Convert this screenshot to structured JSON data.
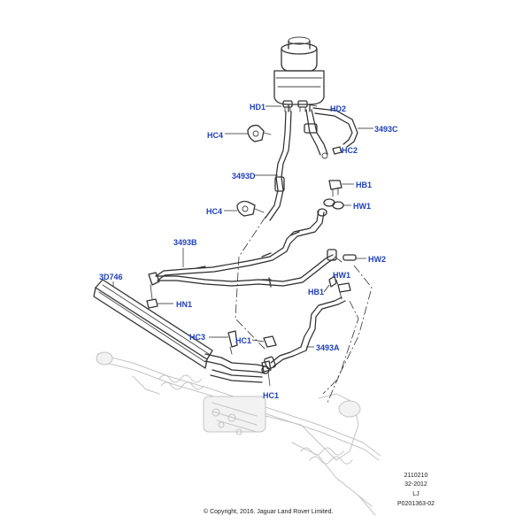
{
  "callouts": {
    "hd1": "HD1",
    "hd2": "HD2",
    "hc4_top": "HC4",
    "hc2": "HC2",
    "c3493c": "3493C",
    "hb1_top": "HB1",
    "c3493d": "3493D",
    "hw1_top": "HW1",
    "hc4_mid": "HC4",
    "c3493b": "3493B",
    "hw2": "HW2",
    "c3d746": "3D746",
    "hb1_mid": "HB1",
    "hw1_mid": "HW1",
    "hn1": "HN1",
    "hc3": "HC3",
    "hc1_left": "HC1",
    "c3493a": "3493A",
    "hc1_bottom": "HC1"
  },
  "reference": {
    "line1": "2110210",
    "line2": "32-2012",
    "line3": "LJ",
    "line4": "P0201363-02"
  },
  "copyright": "© Copyright, 2016. Jaguar Land Rover Limited."
}
